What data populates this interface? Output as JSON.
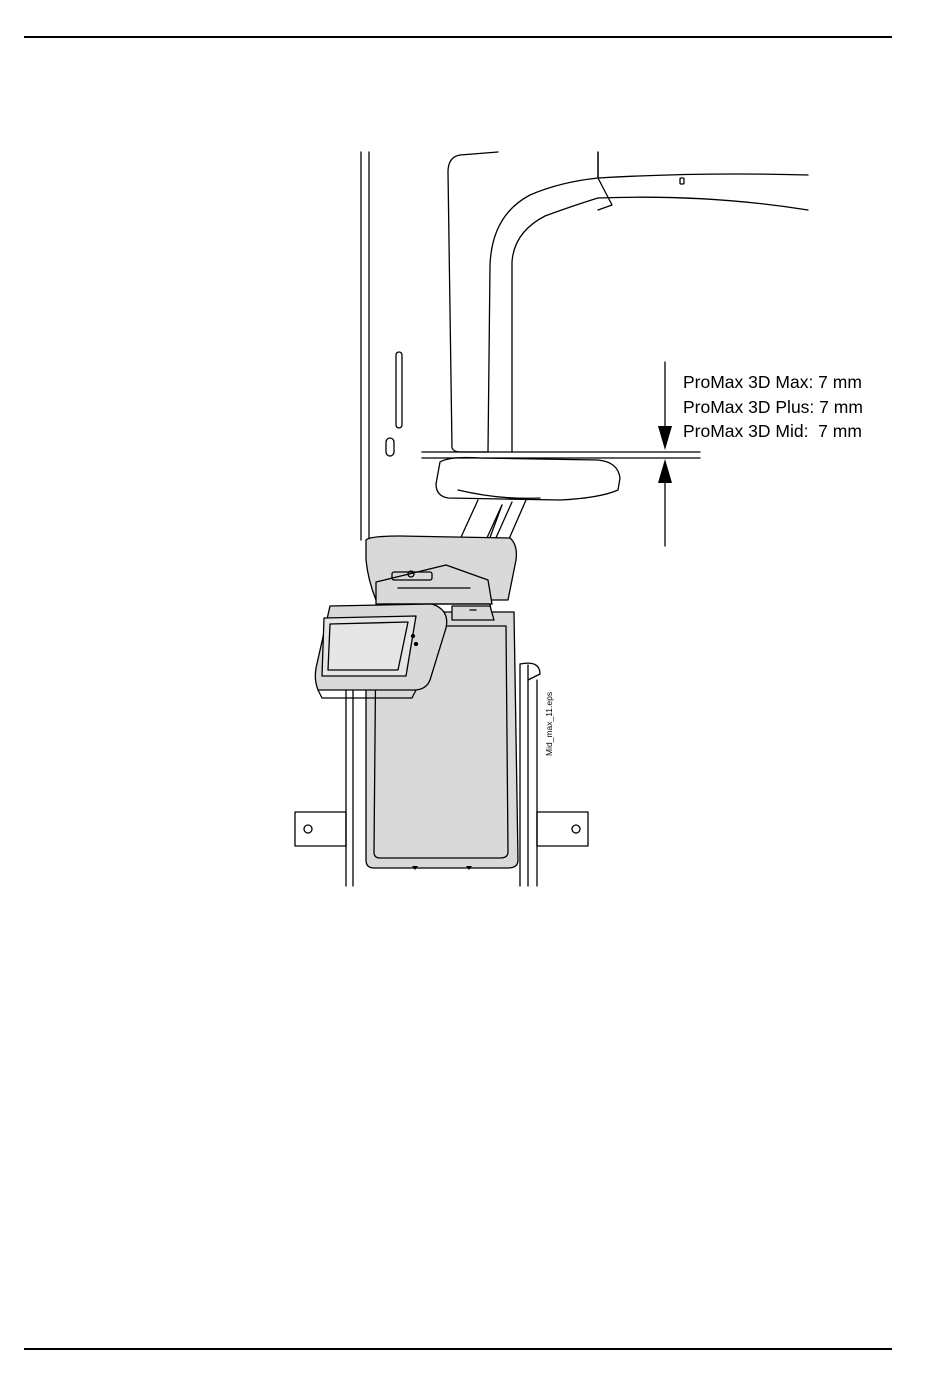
{
  "figure": {
    "dimension_labels": [
      "ProMax 3D Max: 7 mm",
      "ProMax 3D Plus: 7 mm",
      "ProMax 3D Mid:  7 mm"
    ],
    "file_label": "Mid_max_11.eps",
    "colors": {
      "line": "#000000",
      "panel_fill": "#d9d9d9",
      "screen_fill": "#e6e6e6",
      "background": "#ffffff"
    }
  }
}
